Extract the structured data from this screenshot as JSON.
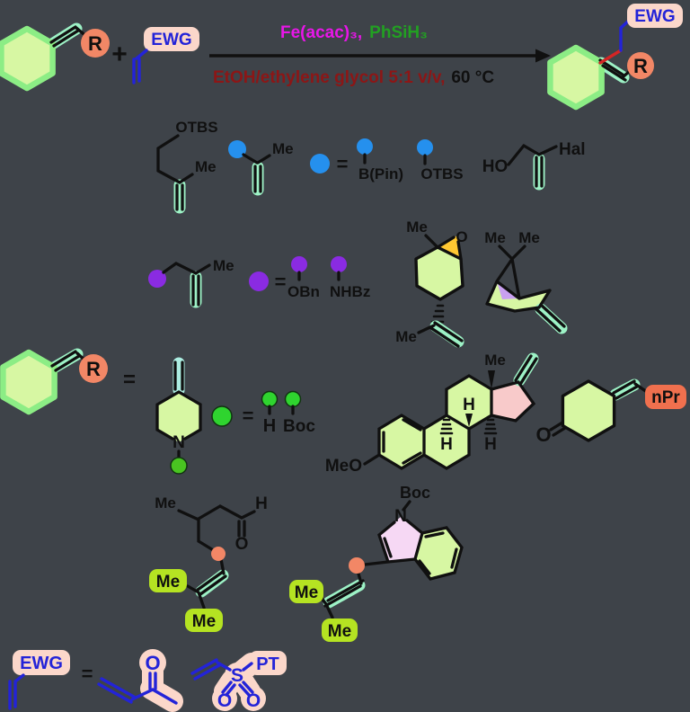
{
  "colors": {
    "background": "#3e4349",
    "ring_fill": "#d7f7a3",
    "ring_glow": "#8ced85",
    "alkene_highlight_mint": "#9df2c6",
    "alkene_highlight_aqua": "#aceee2",
    "blue_marker": "#2590ee",
    "purple_marker": "#8a2be2",
    "green_marker": "#2fd42f",
    "green_marker_small": "#49c421",
    "orange_marker": "#f28766",
    "pink_box": "#fbd7ca",
    "me_box": "#b5e322",
    "npr_box": "#f0704e",
    "blue_text": "#2323d8",
    "bond_red": "#d42525",
    "catalyst_magenta": "#e816e8",
    "silane_green": "#22a022",
    "solvent_dark_red": "#8c1616",
    "steroid_d_ring_fill": "#f8caca",
    "indole_pyrrole_fill": "#f6d8f4",
    "epoxide_fill": "#ffc832",
    "pinene_patch": "#c9a0f0"
  },
  "reaction_header": {
    "catalyst": "Fe(acac)₃,",
    "silane": "PhSiH₃",
    "solvent": "EtOH/ethylene glycol 5:1 v/v,",
    "temperature": "60 °C",
    "plus": "+"
  },
  "labels": {
    "r": "R",
    "ewg": "EWG",
    "equals": "=",
    "otbs": "OTBS",
    "me": "Me",
    "bpin": "B(Pin)",
    "ho": "HO",
    "hal": "Hal",
    "obn": "OBn",
    "nhbz": "NHBz",
    "o": "O",
    "n": "N",
    "h": "H",
    "boc": "Boc",
    "meo": "MeO",
    "npr": "nPr",
    "s": "S",
    "pt": "PT"
  }
}
